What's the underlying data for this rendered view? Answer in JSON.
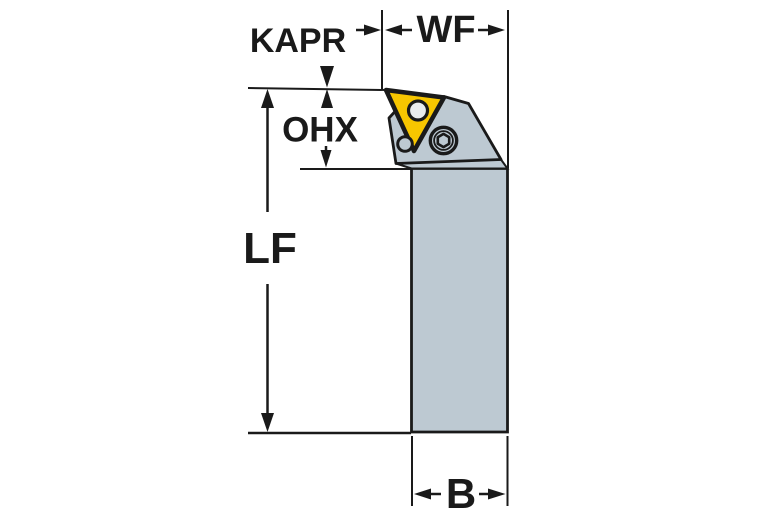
{
  "diagram": {
    "type": "tool-holder-dimension-drawing",
    "labels": {
      "kapr": "KAPR",
      "wf": "WF",
      "ohx": "OHX",
      "lf": "LF",
      "b": "B"
    },
    "colors": {
      "background": "#ffffff",
      "line": "#1a1a1a",
      "body": "#bdc9d2",
      "insert": "#f7c600",
      "hole": "#e9ecee"
    }
  }
}
